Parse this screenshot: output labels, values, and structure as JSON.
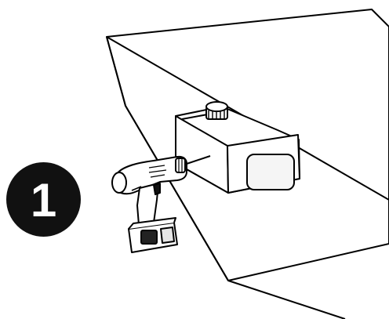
{
  "step": {
    "number": "1",
    "badge_color": "#111111",
    "number_color": "#ffffff"
  },
  "illustration": {
    "parts": [
      "boat-surface",
      "fuel-tank",
      "fuel-cap",
      "cordless-drill",
      "drill-battery",
      "drill-bit"
    ],
    "line_color": "#000000"
  }
}
